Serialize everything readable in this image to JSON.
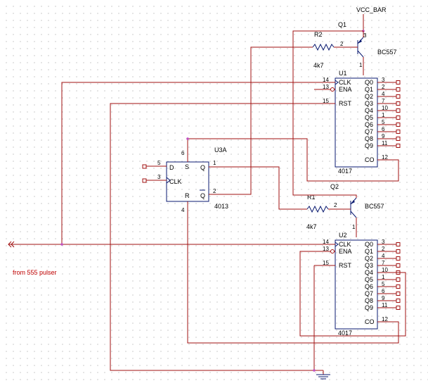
{
  "supply": {
    "label": "VCC_BAR"
  },
  "transistors": [
    {
      "ref": "Q1",
      "part": "BC557"
    },
    {
      "ref": "Q2",
      "part": "BC557"
    }
  ],
  "resistors": [
    {
      "ref": "R2",
      "value": "4k7",
      "pin": "2"
    },
    {
      "ref": "R1",
      "value": "4k7",
      "pin": "2"
    }
  ],
  "transistor_pins": {
    "base": "2",
    "collector": "1",
    "emitter": "3"
  },
  "counters": [
    {
      "ref": "U1",
      "part": "4017"
    },
    {
      "ref": "U2",
      "part": "4017"
    }
  ],
  "counter_pins": {
    "left": [
      {
        "name": "CLK",
        "num": "14"
      },
      {
        "name": "ENA",
        "num": "13"
      },
      {
        "name": "RST",
        "num": "15"
      }
    ],
    "right": [
      {
        "name": "Q0",
        "num": "3"
      },
      {
        "name": "Q1",
        "num": "2"
      },
      {
        "name": "Q2",
        "num": "4"
      },
      {
        "name": "Q3",
        "num": "7"
      },
      {
        "name": "Q4",
        "num": "10"
      },
      {
        "name": "Q5",
        "num": "1"
      },
      {
        "name": "Q6",
        "num": "5"
      },
      {
        "name": "Q7",
        "num": "6"
      },
      {
        "name": "Q8",
        "num": "9"
      },
      {
        "name": "Q9",
        "num": "11"
      }
    ],
    "co": {
      "name": "CO",
      "num": "12"
    }
  },
  "flipflop": {
    "ref": "U3A",
    "part": "4013",
    "pins": {
      "d": {
        "name": "D",
        "num": "5"
      },
      "clk": {
        "name": "CLK",
        "num": "3"
      },
      "s": {
        "name": "S",
        "num": "6"
      },
      "r": {
        "name": "R",
        "num": "4"
      },
      "q": {
        "name": "Q",
        "num": "1"
      },
      "qbar": {
        "name": "Q",
        "num": "2"
      }
    }
  },
  "notes": {
    "source": "from 555 pulser"
  }
}
